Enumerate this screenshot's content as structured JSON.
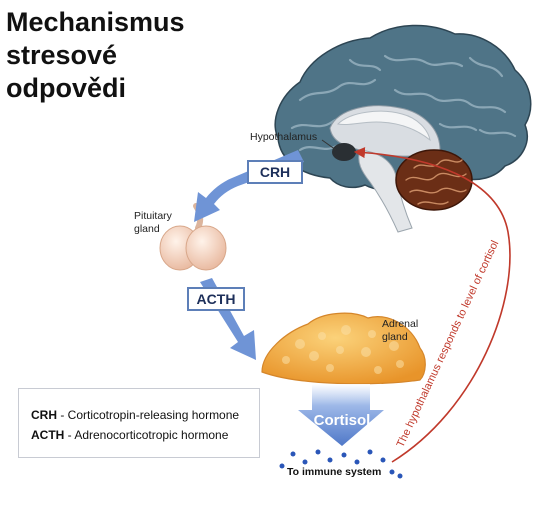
{
  "title_lines": [
    "Mechanismus",
    "stresové",
    "odpovědi"
  ],
  "labels": {
    "hypothalamus": "Hypothalamus",
    "pituitary": [
      "Pituitary",
      "gland"
    ],
    "adrenal": [
      "Adrenal",
      "gland"
    ],
    "crh": "CRH",
    "acth": "ACTH",
    "cortisol": "Cortisol",
    "immune": "To immune system",
    "feedback": "The hypothalamus responds to level of cortisol"
  },
  "legend": [
    {
      "abbr": "CRH",
      "text": " - Corticotropin-releasing hormone"
    },
    {
      "abbr": "ACTH",
      "text": " - Adrenocorticotropic hormone"
    }
  ],
  "colors": {
    "arrow_blue": "#6f94d6",
    "box_border": "#5d7fb8",
    "feedback_red": "#c0392b",
    "brain": "#4f7487",
    "adrenal": "#f2a842",
    "pituitary": "#f3d2bd",
    "cerebellum": "#6b2e16"
  },
  "icons": [
    "brain-illustration",
    "pituitary-gland-illustration",
    "adrenal-gland-illustration"
  ]
}
